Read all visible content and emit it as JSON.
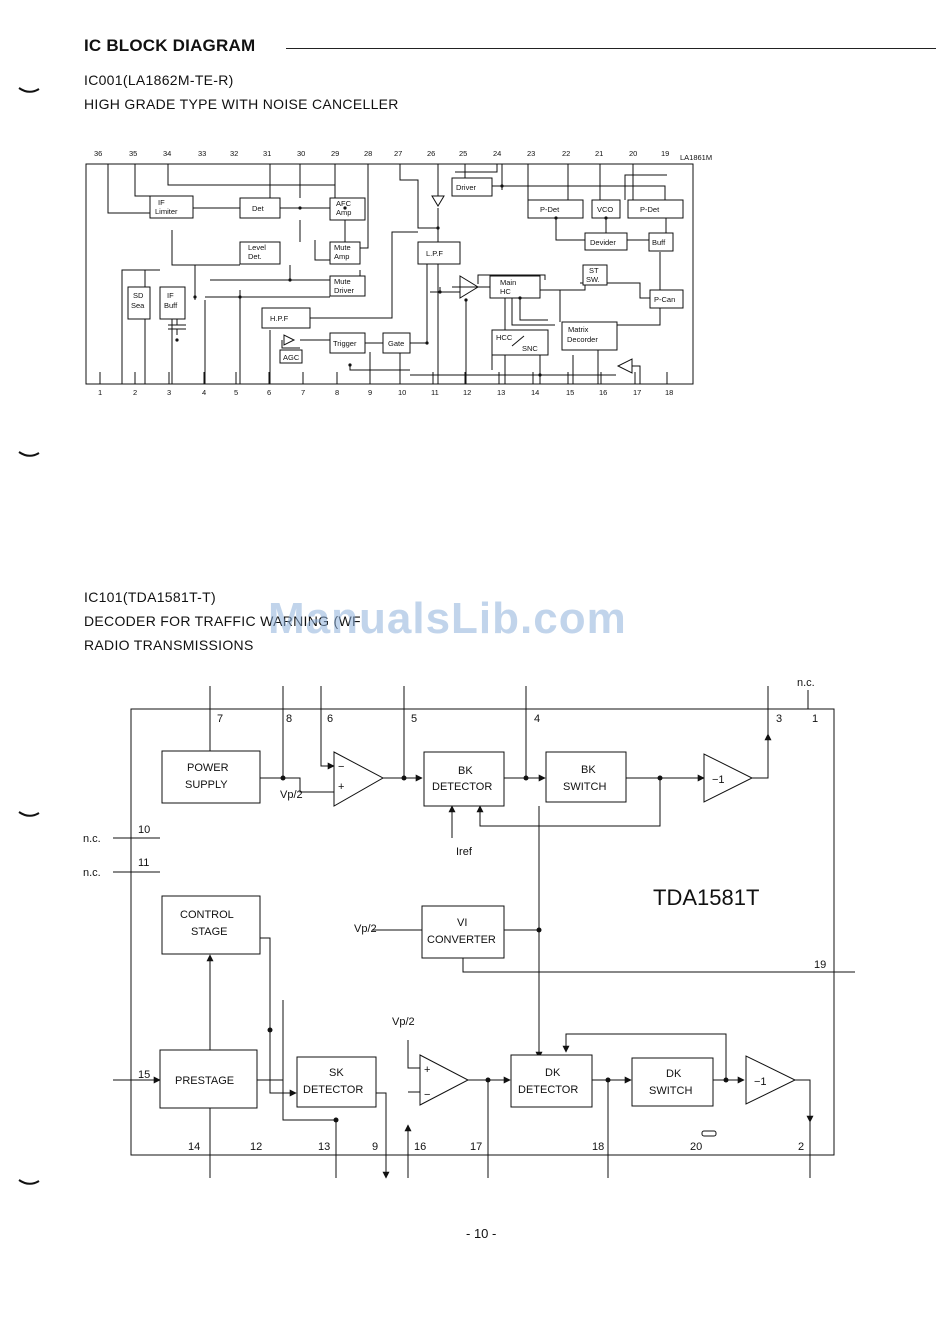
{
  "heading": "IC BLOCK DIAGRAM",
  "ic001": {
    "part": "IC001(LA1862M-TE-R)",
    "description": "HIGH GRADE TYPE WITH NOISE CANCELLER",
    "chip_label": "LA1861M",
    "top_pins": [
      "36",
      "35",
      "34",
      "33",
      "32",
      "31",
      "30",
      "29",
      "28",
      "27",
      "26",
      "25",
      "24",
      "23",
      "22",
      "21",
      "20",
      "19"
    ],
    "bottom_pins": [
      "1",
      "2",
      "3",
      "4",
      "5",
      "6",
      "7",
      "8",
      "9",
      "10",
      "11",
      "12",
      "13",
      "14",
      "15",
      "16",
      "17",
      "18"
    ],
    "blocks": {
      "if_limiter_1": "IF",
      "if_limiter_2": "Limiter",
      "det": "Det",
      "afc_amp_1": "AFC",
      "afc_amp_2": "Amp",
      "level_det_1": "Level",
      "level_det_2": "Det.",
      "mute_amp_1": "Mute",
      "mute_amp_2": "Amp",
      "mute_driver_1": "Mute",
      "mute_driver_2": "Driver",
      "sd_sea_1": "SD",
      "sd_sea_2": "Sea",
      "if_buff_1": "IF",
      "if_buff_2": "Buff",
      "hpf": "H.P.F",
      "agc": "AGC",
      "trigger": "Trigger",
      "gate": "Gate",
      "lpf": "L.P.F",
      "driver": "Driver",
      "p_det_left": "P-Det",
      "vco": "VCO",
      "p_det_right": "P-Det",
      "devider": "Devider",
      "buff": "Buff",
      "st_sw_1": "ST",
      "st_sw_2": "SW.",
      "main_hc_1": "Main",
      "main_hc_2": "HC",
      "p_can": "P-Can",
      "hcc_snc_1": "HCC",
      "hcc_snc_2": "SNC",
      "matrix_decorder_1": "Matrix",
      "matrix_decorder_2": "Decorder"
    }
  },
  "ic101": {
    "part": "IC101(TDA1581T-T)",
    "description_line1": "DECODER FOR TRAFFIC WARNING (WF",
    "description_line2": "RADIO TRANSMISSIONS",
    "chip_label": "TDA1581T",
    "blocks": {
      "power_supply_1": "POWER",
      "power_supply_2": "SUPPLY",
      "bk_detector_1": "BK",
      "bk_detector_2": "DETECTOR",
      "bk_switch_1": "BK",
      "bk_switch_2": "SWITCH",
      "control_stage_1": "CONTROL",
      "control_stage_2": "STAGE",
      "vi_converter_1": "VI",
      "vi_converter_2": "CONVERTER",
      "prestage": "PRESTAGE",
      "sk_detector_1": "SK",
      "sk_detector_2": "DETECTOR",
      "dk_detector_1": "DK",
      "dk_detector_2": "DETECTOR",
      "dk_switch_1": "DK",
      "dk_switch_2": "SWITCH"
    },
    "inverter_label": "−1",
    "vp2": "Vp/2",
    "iref": "Iref",
    "nc": "n.c.",
    "pins": {
      "p1": "1",
      "p2": "2",
      "p3": "3",
      "p4": "4",
      "p5": "5",
      "p6": "6",
      "p7": "7",
      "p8": "8",
      "p9": "9",
      "p10": "10",
      "p11": "11",
      "p12": "12",
      "p13": "13",
      "p14": "14",
      "p15": "15",
      "p16": "16",
      "p17": "17",
      "p18": "18",
      "p19": "19",
      "p20": "20"
    }
  },
  "watermark": "ManualsLib.com",
  "page_number": "- 10 -"
}
